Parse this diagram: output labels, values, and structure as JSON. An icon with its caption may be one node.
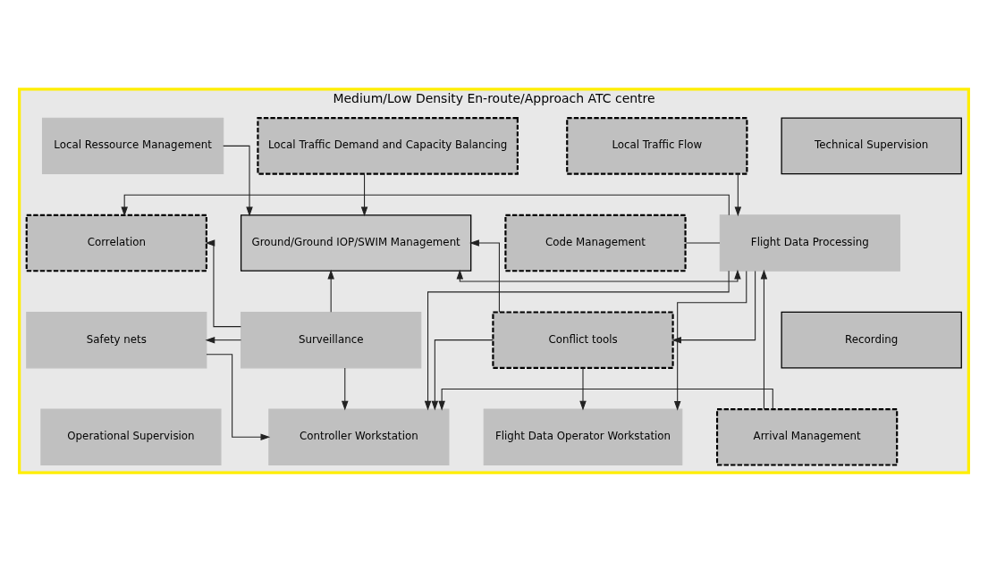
{
  "diagram": {
    "nodes": [
      {
        "text": [
          "Medium/Low Density En-route/Approach ATC centre"
        ]
      },
      {
        "text": [
          "Ground/Ground IOP/SWIM Management"
        ],
        "in": 0
      },
      {
        "text": [
          "Flight Data Processing"
        ],
        "in": 0
      },
      {
        "text": [
          "Correlation"
        ],
        "in": 0
      },
      {
        "text": [
          "Code Management"
        ],
        "in": 0
      },
      {
        "text": [
          "Recording"
        ],
        "in": 0
      },
      {
        "text": [
          "Conflict tools"
        ],
        "in": 0
      },
      {
        "text": [
          "Safety nets"
        ],
        "in": 0
      },
      {
        "text": [
          "Surveillance"
        ],
        "in": 0
      },
      {
        "text": [
          "Technical Supervision"
        ],
        "in": 0
      },
      {
        "text": [
          "Local Traffic Demand and Capacity Balancing"
        ],
        "in": 0
      },
      {
        "text": [
          "Local Traffic Flow"
        ],
        "in": 0
      },
      {
        "text": [
          "Local Ressource Management"
        ],
        "in": 0
      },
      {
        "text": [
          "Operational Supervision"
        ],
        "in": 0
      },
      {
        "text": [
          "Arrival Management"
        ],
        "in": 0
      },
      {
        "text": [
          "Flight Data Operator Workstation"
        ],
        "in": 0
      },
      {
        "text": [
          "Controller Workstation"
        ],
        "in": 0
      }
    ],
    "edges": [
      {
        "from": 1,
        "to": 2,
        "arrow": "both"
      },
      {
        "from": 2,
        "to": 3,
        "arrow": "to"
      },
      {
        "from": 4,
        "to": 2,
        "arrow": "none"
      },
      {
        "from": 2,
        "to": 6,
        "arrow": "to"
      },
      {
        "from": 8,
        "to": 3,
        "arrow": "to"
      },
      {
        "from": 8,
        "to": 7,
        "arrow": "to"
      },
      {
        "from": 8,
        "to": 1,
        "arrow": "to"
      },
      {
        "from": 6,
        "to": 1,
        "arrow": "to"
      },
      {
        "from": 10,
        "to": 1,
        "arrow": "to"
      },
      {
        "from": 12,
        "to": 1,
        "arrow": "to"
      },
      {
        "from": 11,
        "to": 2,
        "arrow": "to"
      },
      {
        "from": 14,
        "to": 2,
        "arrow": "to"
      },
      {
        "from": 2,
        "to": 15,
        "arrow": "to"
      },
      {
        "from": 2,
        "to": 16,
        "arrow": "to"
      },
      {
        "from": 6,
        "to": 15,
        "arrow": "to"
      },
      {
        "from": 6,
        "to": 16,
        "arrow": "to"
      },
      {
        "from": 7,
        "to": 16,
        "arrow": "to"
      },
      {
        "from": 8,
        "to": 16,
        "arrow": "to"
      },
      {
        "from": 14,
        "to": 16,
        "arrow": "to"
      }
    ]
  }
}
